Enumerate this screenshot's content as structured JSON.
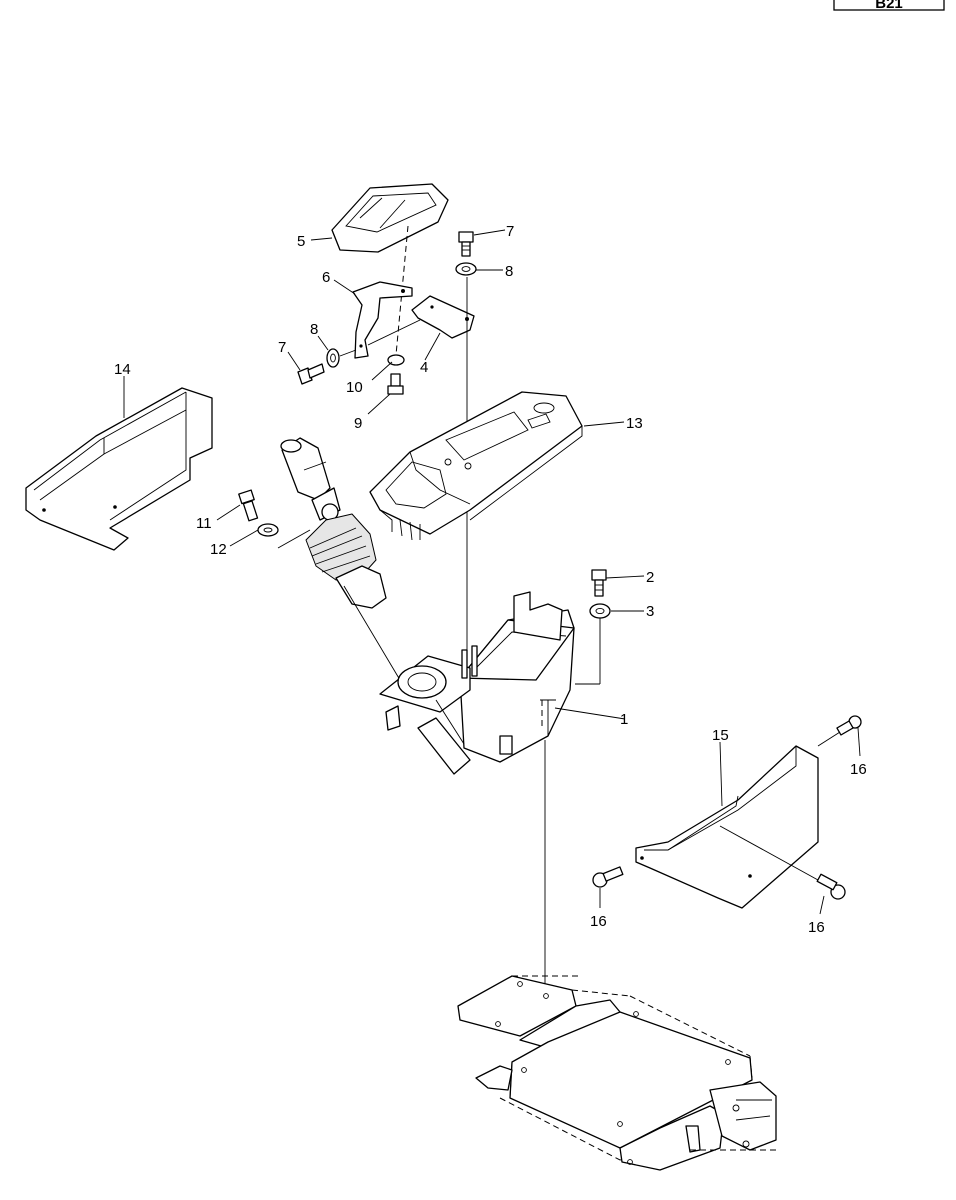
{
  "page_code": "B21",
  "callouts": [
    "1",
    "2",
    "3",
    "4",
    "5",
    "6",
    "7",
    "7",
    "8",
    "8",
    "9",
    "10",
    "11",
    "12",
    "13",
    "14",
    "15",
    "16",
    "16",
    "16"
  ]
}
